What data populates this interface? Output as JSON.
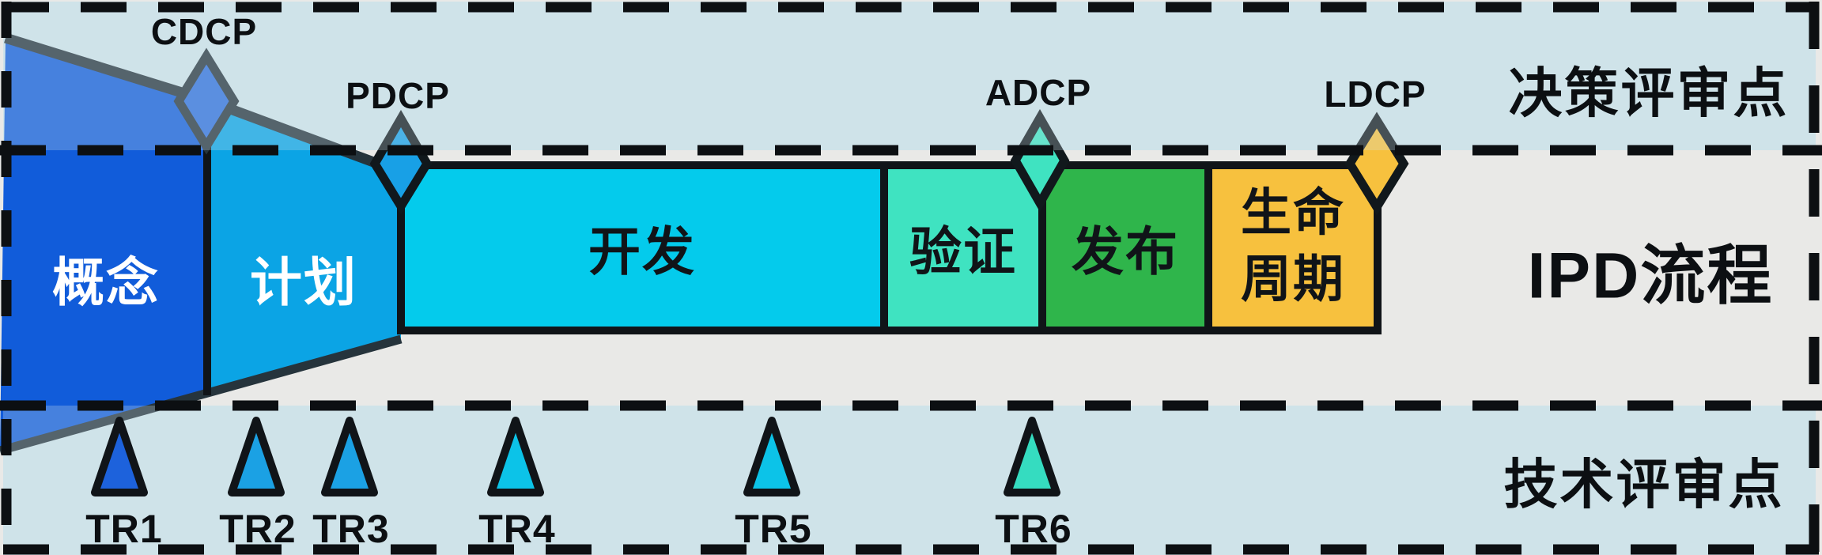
{
  "diagram": {
    "lanes": [
      {
        "id": "decision",
        "label": "决策评审点"
      },
      {
        "id": "process",
        "label": "IPD流程"
      },
      {
        "id": "technical",
        "label": "技术评审点"
      }
    ],
    "phases": [
      {
        "id": "concept",
        "label": "概念",
        "color": "#115cda",
        "text_color": "#ffffff"
      },
      {
        "id": "plan",
        "label": "计划",
        "color": "#0ba4e5",
        "text_color": "#ffffff"
      },
      {
        "id": "develop",
        "label": "开发",
        "color": "#04cbec",
        "text_color": "#101418"
      },
      {
        "id": "verify",
        "label": "验证",
        "color": "#3fe3c1",
        "text_color": "#101418"
      },
      {
        "id": "release",
        "label": "发布",
        "color": "#2fb54b",
        "text_color": "#101418"
      },
      {
        "id": "lifecycle",
        "label": "生命周期",
        "color": "#f7c13e",
        "text_color": "#101418"
      }
    ],
    "decision_points": [
      {
        "label": "CDCP",
        "color": "#2e6fdd"
      },
      {
        "label": "PDCP",
        "color": "#18a0e6"
      },
      {
        "label": "ADCP",
        "color": "#3fe3c1"
      },
      {
        "label": "LDCP",
        "color": "#f7c13e"
      }
    ],
    "technical_review_points": [
      {
        "label": "TR1",
        "color": "#1d62dc"
      },
      {
        "label": "TR2",
        "color": "#1ba1e4"
      },
      {
        "label": "TR3",
        "color": "#1ba1e4"
      },
      {
        "label": "TR4",
        "color": "#0cc3e8"
      },
      {
        "label": "TR5",
        "color": "#0cc3e8"
      },
      {
        "label": "TR6",
        "color": "#35dcc0"
      }
    ],
    "colors": {
      "background": "#e9e9e7",
      "lane_band": "#cfe3e9",
      "funnel": "#115cda",
      "funnel_outline": "#26343c",
      "outline": "#101418",
      "dash": "#0c0f12"
    }
  }
}
